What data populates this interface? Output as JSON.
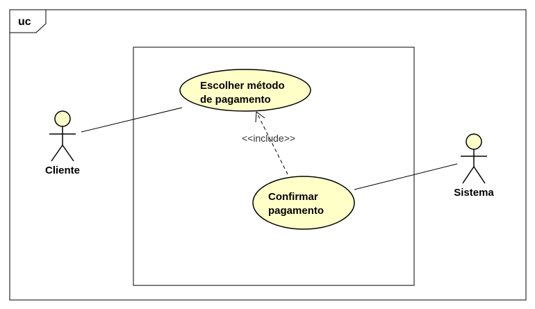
{
  "diagram": {
    "frame_label": "uc",
    "use_cases": {
      "choose_payment": {
        "line1": "Escolher método",
        "line2": "de pagamento"
      },
      "confirm_payment": {
        "line1": "Confirmar",
        "line2": "pagamento"
      }
    },
    "actors": {
      "client": "Cliente",
      "system": "Sistema"
    },
    "relationship": {
      "include_label": "<<include>>"
    },
    "colors": {
      "usecase_fill": "#ffffc8",
      "actor_fill": "#ffffc8",
      "stroke": "#000000"
    }
  }
}
